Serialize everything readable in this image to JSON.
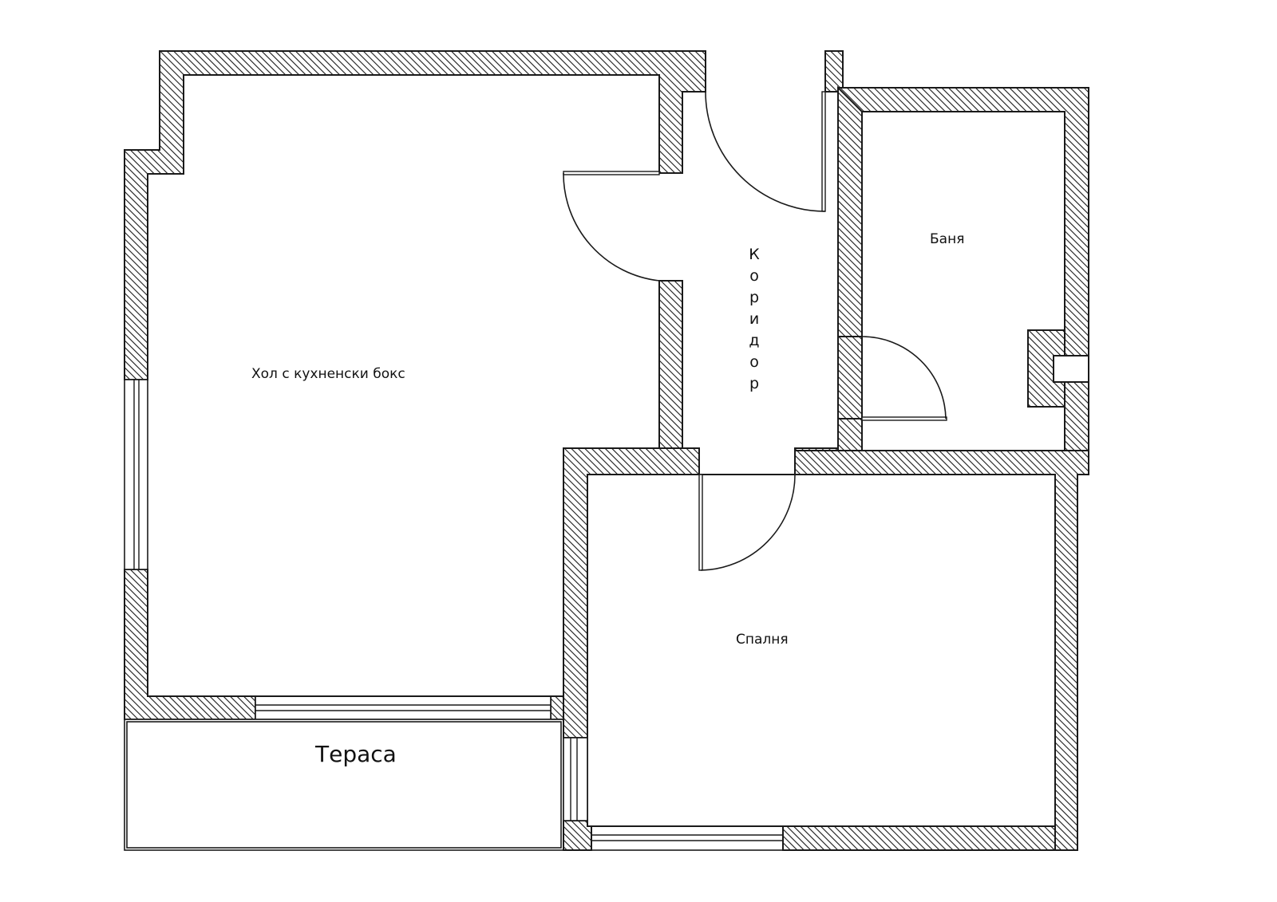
{
  "plan": {
    "rooms": {
      "living": {
        "label": "Хол с кухненски бокс"
      },
      "corridor": {
        "label": "Коридор",
        "letters": [
          "К",
          "о",
          "р",
          "и",
          "д",
          "о",
          "р"
        ]
      },
      "bathroom": {
        "label": "Баня"
      },
      "bedroom": {
        "label": "Спалня"
      },
      "terrace": {
        "label": "Тераса"
      }
    },
    "colors": {
      "line": "#1a1a1a",
      "background": "#ffffff"
    }
  }
}
